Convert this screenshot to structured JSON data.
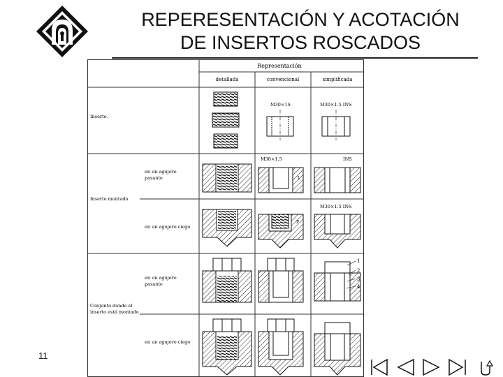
{
  "slide": {
    "title_line1": "REPERESENTACIÓN Y ACOTACIÓN",
    "title_line2": "DE INSERTOS ROSCADOS",
    "page_number": "11"
  },
  "table": {
    "group_header": "Representación",
    "columns": [
      "detallada",
      "convencional",
      "simplificada"
    ],
    "rows": {
      "inserto": "Inserto.",
      "montado": "Inserto montado",
      "pasante": [
        "en un agujero",
        "pasante"
      ],
      "ciego": "en un agujero ciego",
      "conjunto": [
        "Conjunto donde el",
        "inserto está montado"
      ],
      "pasante2": [
        "en un agujero",
        "pasante"
      ],
      "ciego2": "en un agujero ciego"
    },
    "labels": {
      "conv1": "M30×1S",
      "simp1": "M30×1.5 INS",
      "conv2": "M30×1.5",
      "ins": "INS",
      "simp3": "M30×1.5 INS",
      "p": "P",
      "l": "L",
      "n1": "1",
      "n2": "2",
      "n3": "3",
      "n4": "4"
    }
  },
  "nav": {
    "buttons": [
      "first",
      "previous",
      "next",
      "last",
      "return"
    ]
  }
}
